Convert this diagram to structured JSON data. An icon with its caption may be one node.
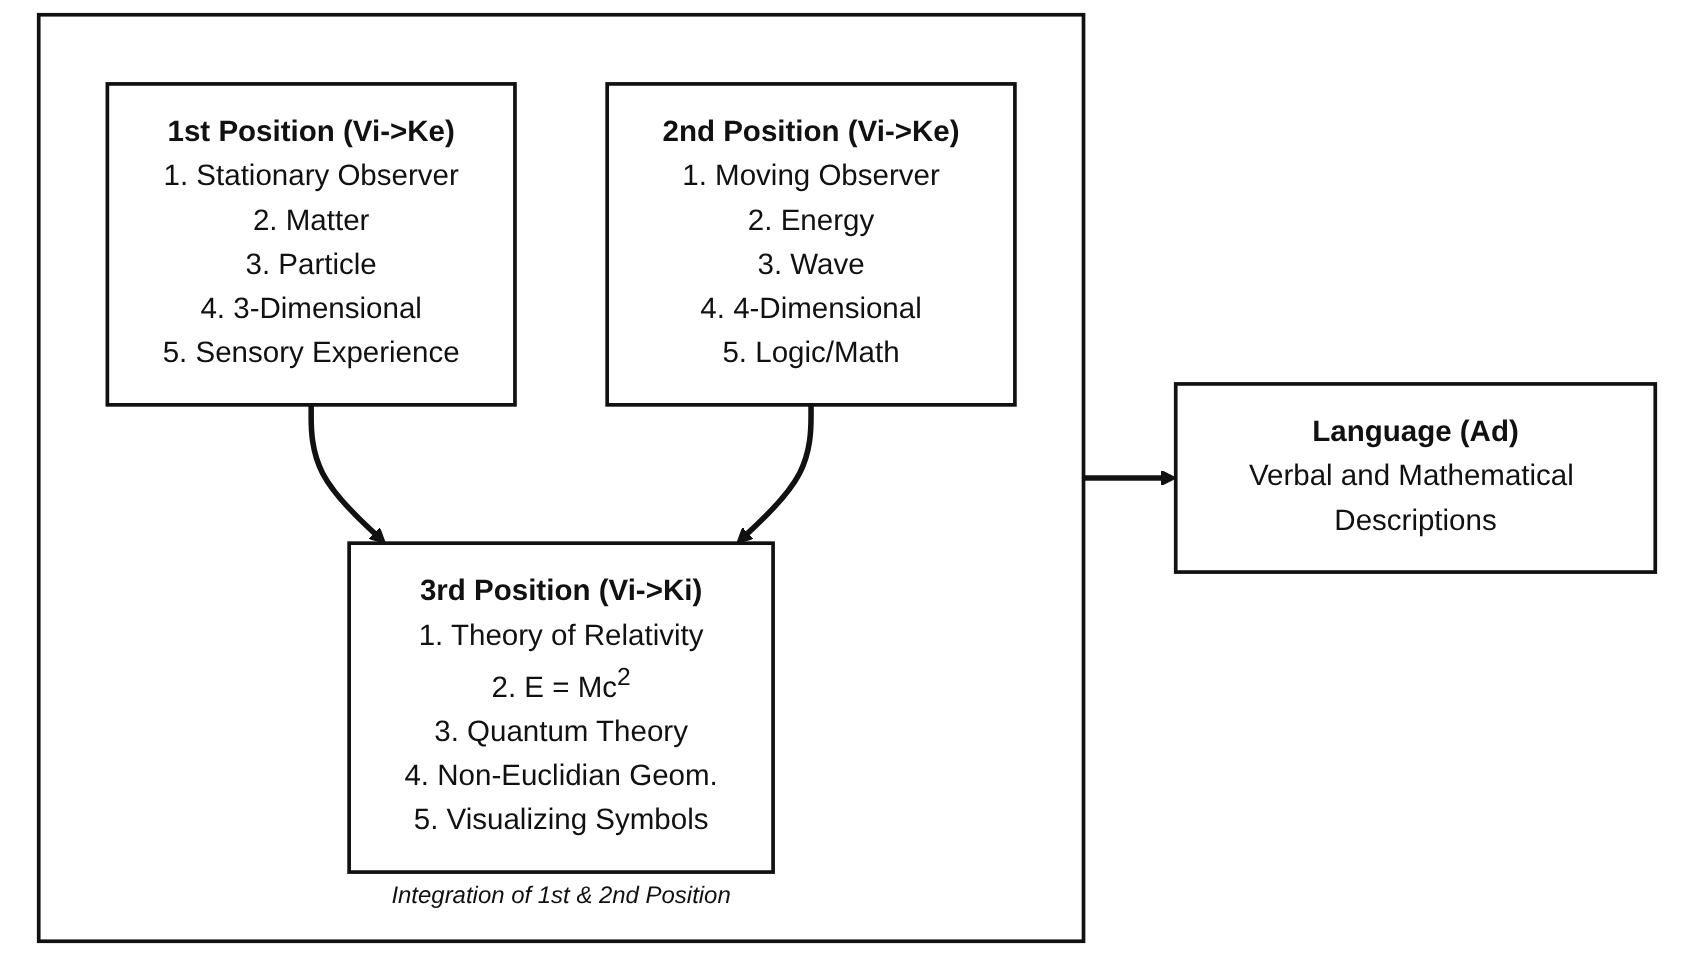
{
  "diagram": {
    "nodes": [
      {
        "text": [],
        "shape": "box"
      },
      {
        "text": [
          "3rd Position (Vi->Ki)",
          "1. Theory of Relativity",
          "2. E = Mc$^{2}$",
          "3. Quantum Theory",
          "4. Non-Euclidian Geom.",
          "5. Visualizing Symbols"
        ],
        "in": 0,
        "beside": [
          "Integration of 1st & 2nd Position"
        ]
      },
      {
        "text": [
          "1st Position (Vi->Ke)",
          "1. Stationary Observer",
          "2. Matter",
          "3. Particle",
          "4. 3-Dimensional",
          "5. Sensory Experience"
        ],
        "in": 0
      },
      {
        "text": [
          "2nd Position (Vi->Ke)",
          "1. Moving Observer",
          "2. Energy",
          "3. Wave",
          "4. 4-Dimensional",
          "5. Logic/Math"
        ],
        "in": 0
      },
      {
        "text": [
          "Language (Ad)",
          "Verbal and Mathematical Descriptions"
        ]
      }
    ],
    "edges": [
      {
        "from": 2,
        "to": 1,
        "arrow": "to"
      },
      {
        "from": 3,
        "to": 1,
        "arrow": "to"
      },
      {
        "from": 0,
        "to": 4,
        "arrow": "to"
      }
    ]
  }
}
